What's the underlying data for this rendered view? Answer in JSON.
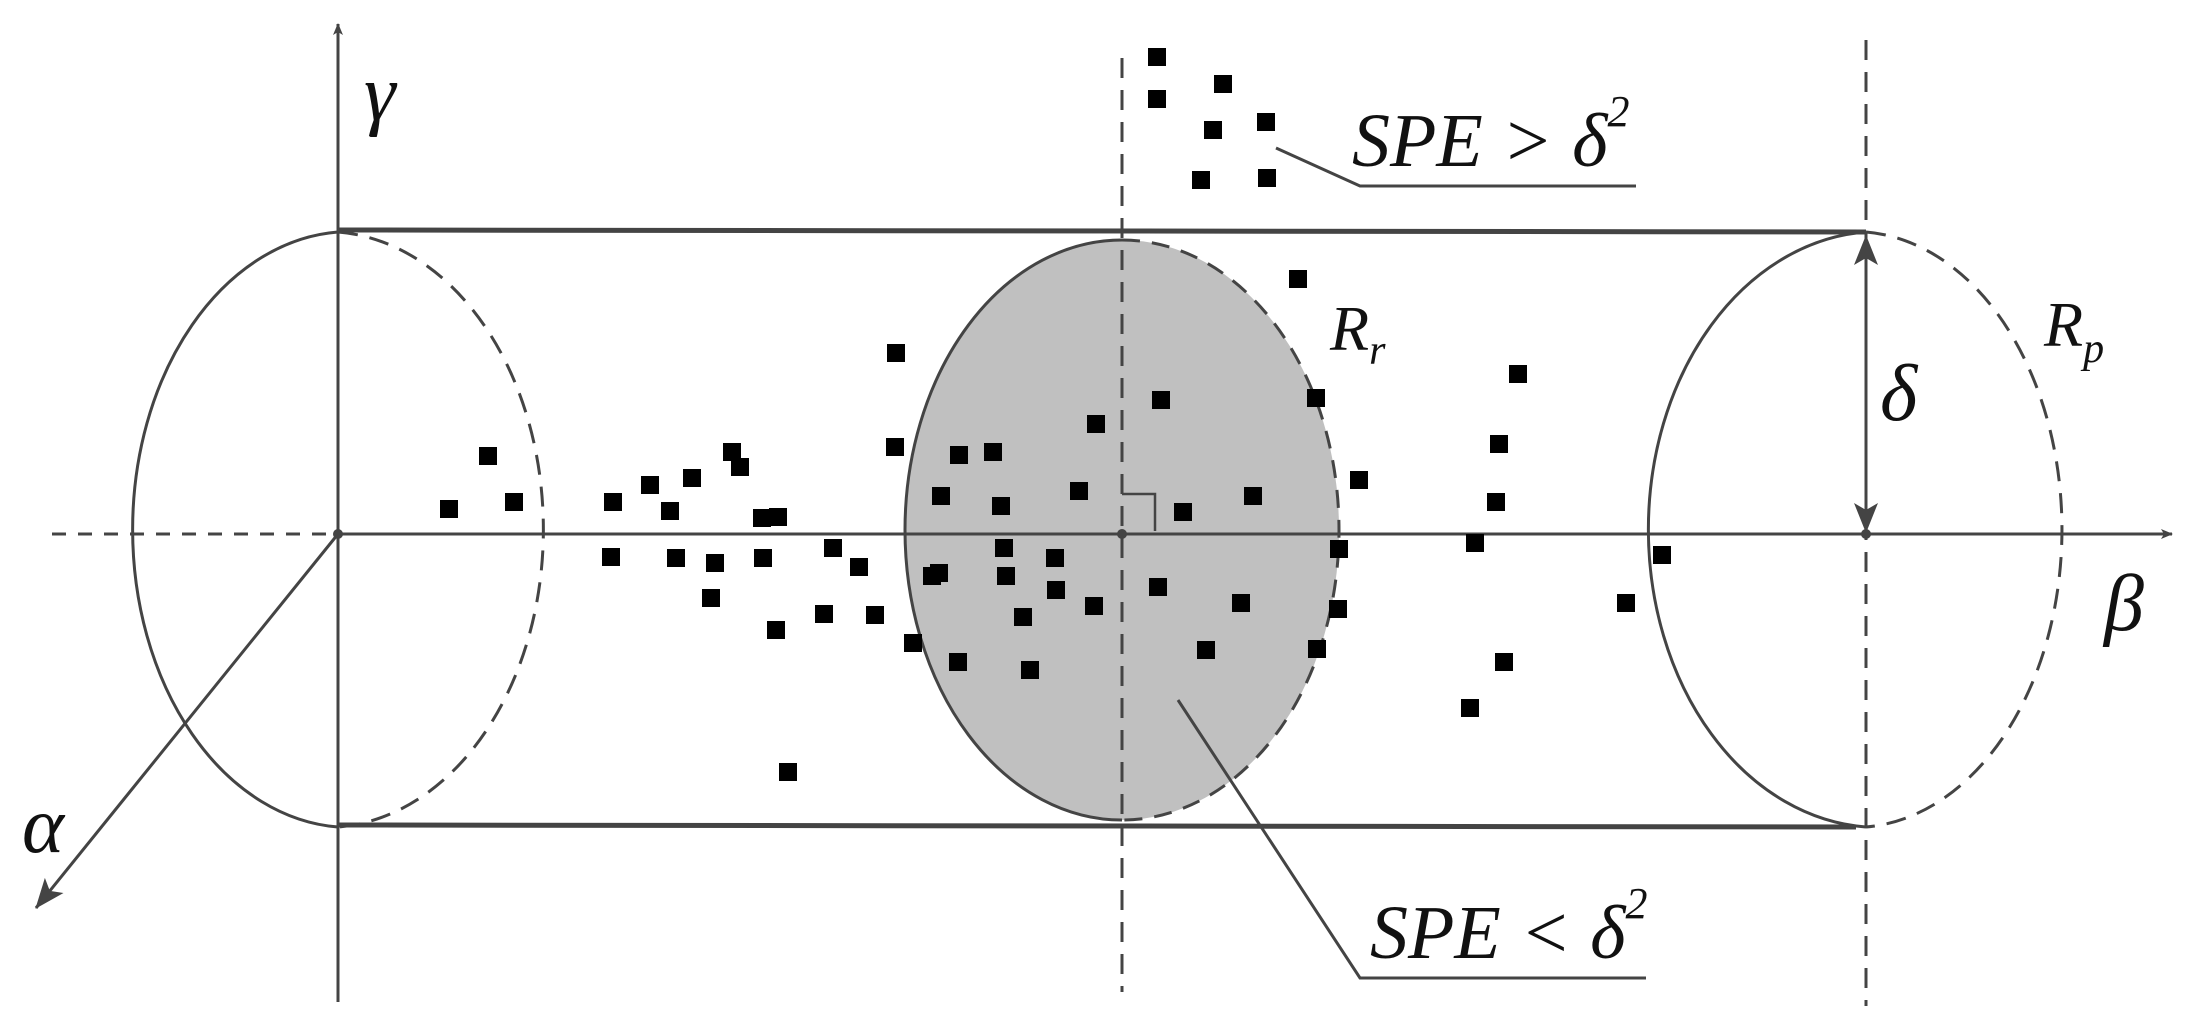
{
  "axes": {
    "gamma": "γ",
    "beta": "β",
    "alpha": "α"
  },
  "labels": {
    "delta": "δ",
    "r_r_main": "R",
    "r_r_sub": "r",
    "r_p_main": "R",
    "r_p_sub": "p",
    "spe_above_text": "SPE > δ",
    "spe_above_exp": "2",
    "spe_below_text": "SPE < δ",
    "spe_below_exp": "2"
  },
  "colors": {
    "line": "#444444",
    "points": "#000000",
    "section_fill": "#c0c0c0",
    "background": "#ffffff"
  }
}
